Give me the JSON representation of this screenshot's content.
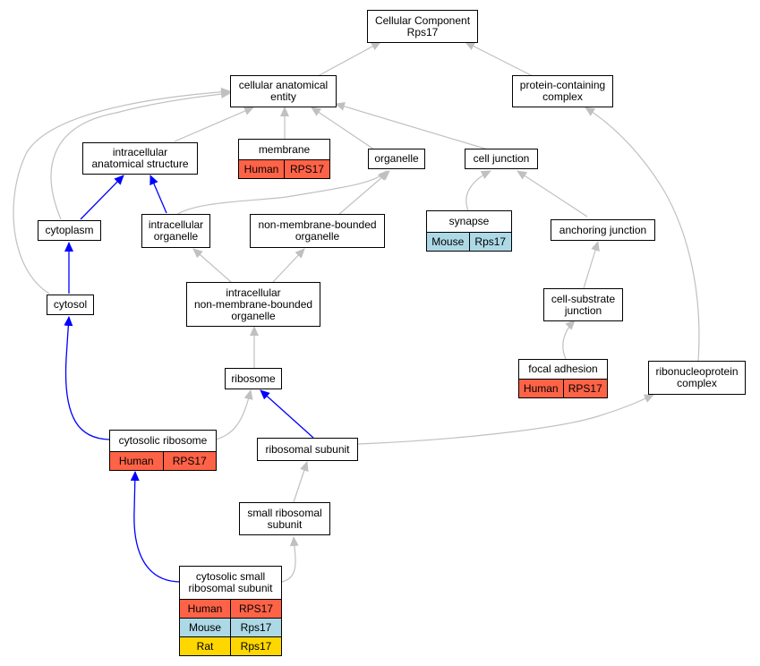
{
  "colors": {
    "human": "#ff6347",
    "mouse": "#add8e6",
    "rat": "#ffd700",
    "edge_default": "#c0c0c0",
    "edge_highlight": "#0000ff"
  },
  "nodes": {
    "root": {
      "title": "Cellular Component\nRps17"
    },
    "cae": {
      "title": "cellular anatomical\nentity"
    },
    "pcc": {
      "title": "protein-containing\ncomplex"
    },
    "ias": {
      "title": "intracellular\nanatomical structure"
    },
    "membrane": {
      "title": "membrane",
      "rows": [
        {
          "species": "Human",
          "gene": "RPS17"
        }
      ]
    },
    "organelle": {
      "title": "organelle"
    },
    "celljunction": {
      "title": "cell junction"
    },
    "cytoplasm": {
      "title": "cytoplasm"
    },
    "intraorg": {
      "title": "intracellular\norganelle"
    },
    "nmbo": {
      "title": "non-membrane-bounded\norganelle"
    },
    "synapse": {
      "title": "synapse",
      "rows": [
        {
          "species": "Mouse",
          "gene": "Rps17"
        }
      ]
    },
    "anchoring": {
      "title": "anchoring junction"
    },
    "cytosol": {
      "title": "cytosol"
    },
    "inmbo": {
      "title": "intracellular\nnon-membrane-bounded\norganelle"
    },
    "csj": {
      "title": "cell-substrate\njunction"
    },
    "ribosome": {
      "title": "ribosome"
    },
    "focal": {
      "title": "focal adhesion",
      "rows": [
        {
          "species": "Human",
          "gene": "RPS17"
        }
      ]
    },
    "rnp": {
      "title": "ribonucleoprotein\ncomplex"
    },
    "cytoribo": {
      "title": "cytosolic ribosome",
      "rows": [
        {
          "species": "Human",
          "gene": "RPS17"
        }
      ]
    },
    "ribosub": {
      "title": "ribosomal subunit"
    },
    "smallsub": {
      "title": "small ribosomal\nsubunit"
    },
    "css": {
      "title": "cytosolic small\nribosomal subunit",
      "rows": [
        {
          "species": "Human",
          "gene": "RPS17"
        },
        {
          "species": "Mouse",
          "gene": "Rps17"
        },
        {
          "species": "Rat",
          "gene": "Rps17"
        }
      ]
    }
  }
}
